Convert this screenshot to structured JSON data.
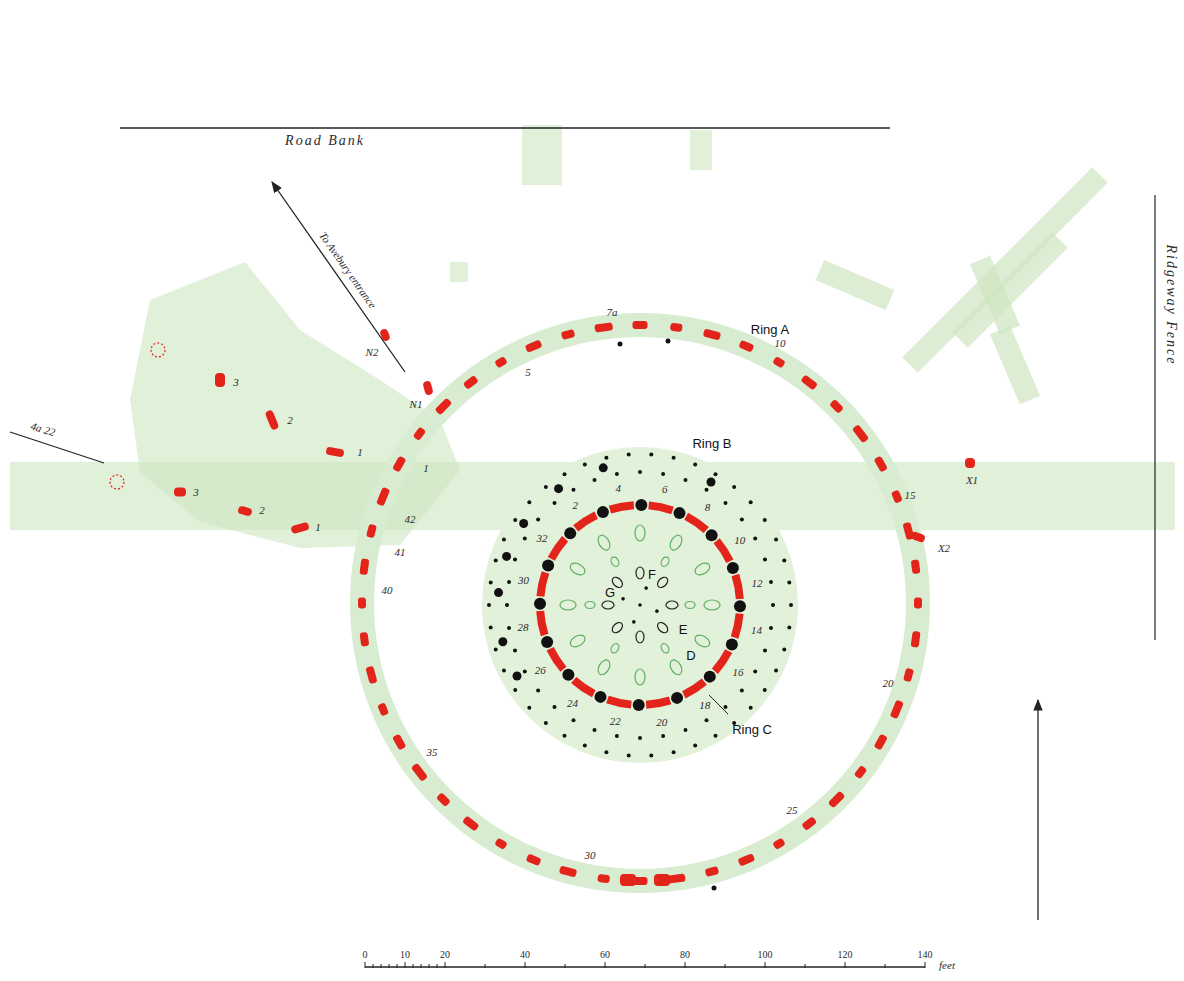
{
  "diagram": {
    "labels": [
      "Road Bank",
      "To Avebury entrance",
      "Ridgeway Fence",
      "Ring A",
      "Ring B",
      "Ring C",
      "D",
      "E",
      "F",
      "G",
      "N2",
      "N1",
      "1",
      "5",
      "7a",
      "10",
      "15",
      "X1",
      "X2",
      "20",
      "25",
      "30",
      "35",
      "40",
      "41",
      "42",
      "3",
      "2",
      "1",
      "3",
      "2",
      "1",
      "4a 22",
      "2",
      "4",
      "6",
      "8",
      "10",
      "12",
      "14",
      "16",
      "18",
      "20",
      "22",
      "24",
      "26",
      "28",
      "30",
      "32",
      "0",
      "10",
      "20",
      "40",
      "60",
      "80",
      "100",
      "120",
      "140",
      "feet"
    ]
  }
}
